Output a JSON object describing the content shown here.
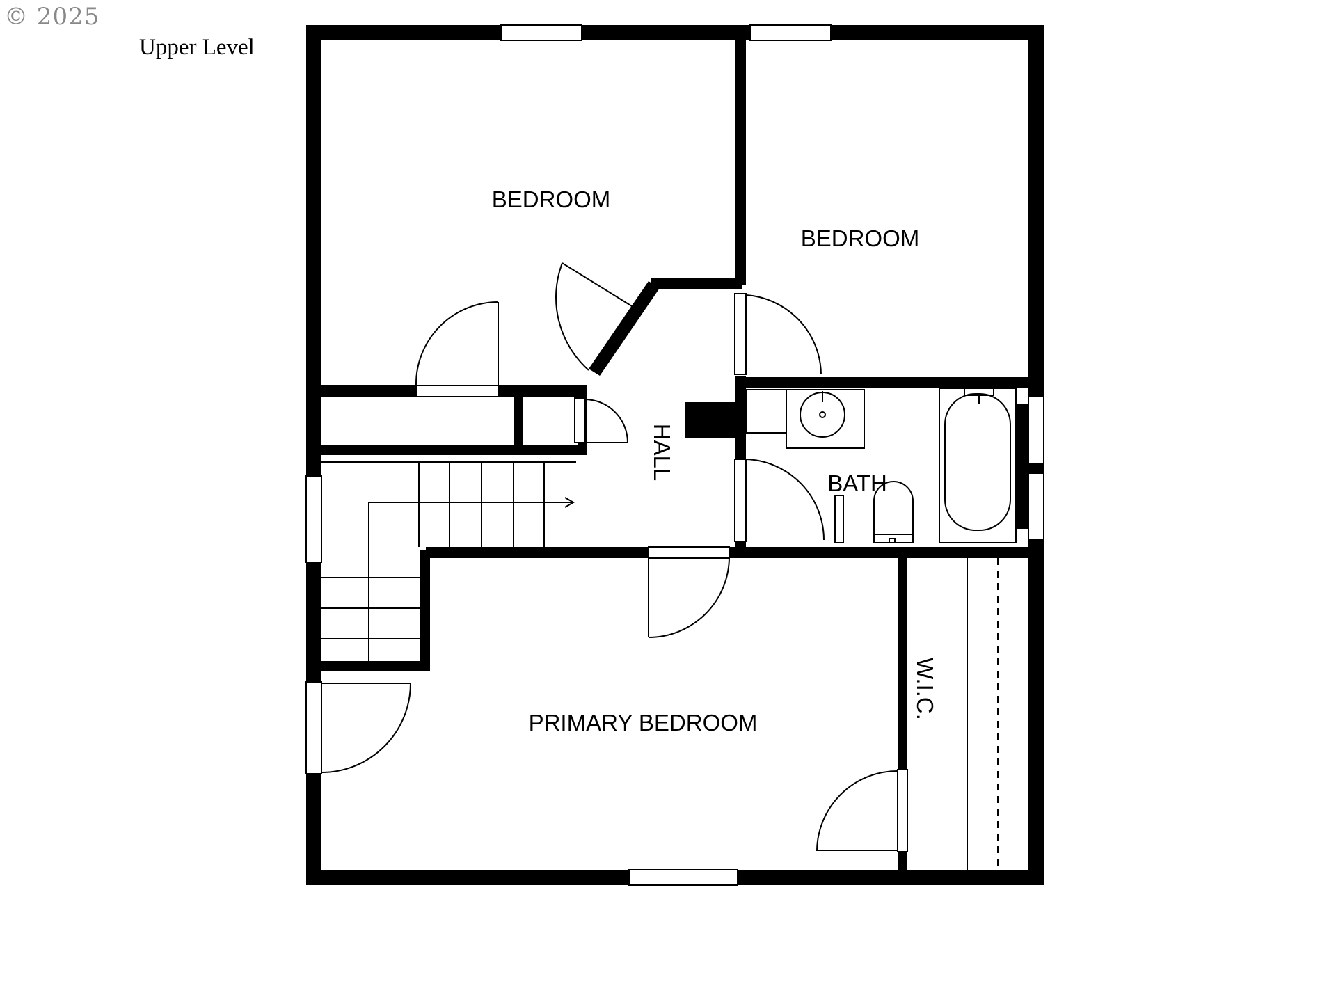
{
  "copyright": "© 2025",
  "level_title": "Upper Level",
  "rooms": {
    "bedroom_1": "BEDROOM",
    "bedroom_2": "BEDROOM",
    "hall": "HALL",
    "bath": "BATH",
    "primary_bedroom": "PRIMARY BEDROOM",
    "wic": "W.I.C."
  },
  "colors": {
    "wall": "#000000",
    "line": "#000000",
    "background": "#ffffff"
  }
}
